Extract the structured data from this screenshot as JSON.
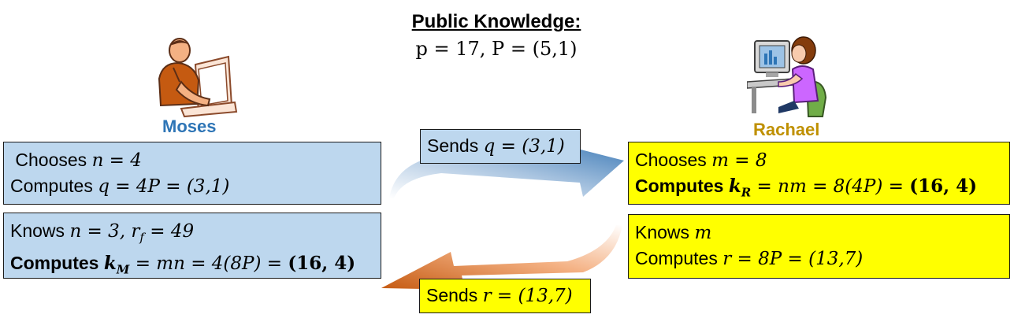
{
  "public": {
    "title": "Public Knowledge:",
    "line": "p = 17,  P = (5,1)"
  },
  "moses": {
    "name": "Moses",
    "name_color": "#2e75b6",
    "box1": {
      "line1_prefix": "Chooses ",
      "line1_math": "n = 4",
      "line2_prefix": "Computes ",
      "line2_math": "q = 4P = (3,1)"
    },
    "box2": {
      "line1_prefix": "Knows ",
      "line1_math": "n = 3, r",
      "line1_sub": "f",
      "line1_math2": " = 49",
      "line2_prefix": "Computes ",
      "line2_k": "k",
      "line2_k_sub": "M",
      "line2_math": " = mn = 4(8P) = ",
      "line2_result": "(16, 4)"
    }
  },
  "rachael": {
    "name": "Rachael",
    "name_color": "#bf9000",
    "box1": {
      "line1_prefix": "Chooses  ",
      "line1_math": "m = 8",
      "line2_prefix": "Computes ",
      "line2_k": "k",
      "line2_k_sub": "R",
      "line2_math": " = nm = 8(4P) = ",
      "line2_result": "(16, 4)"
    },
    "box2": {
      "line1_prefix": "Knows  ",
      "line1_math": "m",
      "line2_prefix": "Computes  ",
      "line2_math": "r = 8P = (13,7)"
    }
  },
  "messages": {
    "send_q_prefix": "Sends ",
    "send_q_math": "q = (3,1)",
    "send_r_prefix": "Sends ",
    "send_r_math": "r = (13,7)"
  },
  "colors": {
    "blue_box": "#bdd7ee",
    "yellow_box": "#ffff00",
    "arrow_blue": "#3a78b5",
    "arrow_orange": "#c55a11"
  },
  "icons": {
    "moses": "man-at-computer-icon",
    "rachael": "woman-at-computer-icon"
  }
}
